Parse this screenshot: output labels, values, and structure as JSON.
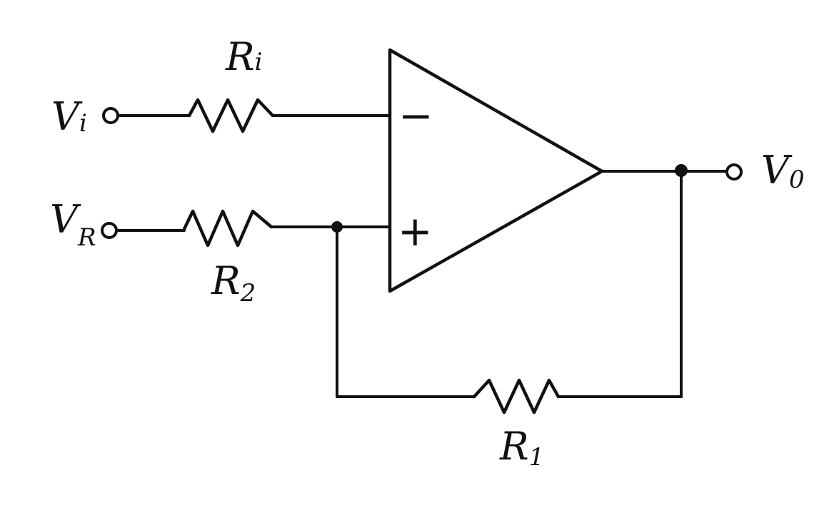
{
  "labels": {
    "input_vi": {
      "main": "V",
      "sub": "i"
    },
    "input_vr": {
      "main": "V",
      "sub": "R"
    },
    "output_vo": {
      "main": "V",
      "sub": "0"
    },
    "res_ri": {
      "main": "R",
      "sub": "i"
    },
    "res_r2": {
      "main": "R",
      "sub": "2"
    },
    "res_r1": {
      "main": "R",
      "sub": "1"
    },
    "inverting": "−",
    "noninverting": "+"
  }
}
